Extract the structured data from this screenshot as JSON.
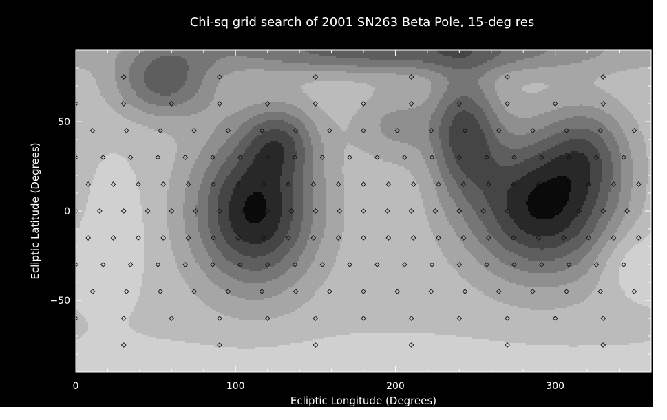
{
  "chart_data": {
    "type": "heatmap",
    "title": "Chi-sq grid search of 2001 SN263 Beta Pole, 15-deg res",
    "xlabel": "Ecliptic Longitude (Degrees)",
    "ylabel": "Ecliptic Latitude (Degrees)",
    "xlim": [
      0,
      360
    ],
    "ylim": [
      -90,
      90
    ],
    "xticks": [
      0,
      100,
      200,
      300
    ],
    "yticks": [
      -50,
      0,
      50
    ],
    "colormap": "grayscale (dark = low chi-square, light = high)",
    "lat_rows": [
      -75,
      -60,
      -45,
      -30,
      -15,
      0,
      15,
      30,
      45,
      60,
      75
    ],
    "sample_points_shown": true,
    "minima": [
      {
        "lon": 110,
        "lat": 0
      },
      {
        "lon": 290,
        "lat": 0
      }
    ]
  },
  "colors": {
    "background": "#000000",
    "text": "#ffffff",
    "levels": [
      "#0a0a0a",
      "#282828",
      "#454545",
      "#5e5e5e",
      "#767676",
      "#8f8f8f",
      "#a6a6a6",
      "#bbbbbb",
      "#d0d0d0"
    ]
  }
}
